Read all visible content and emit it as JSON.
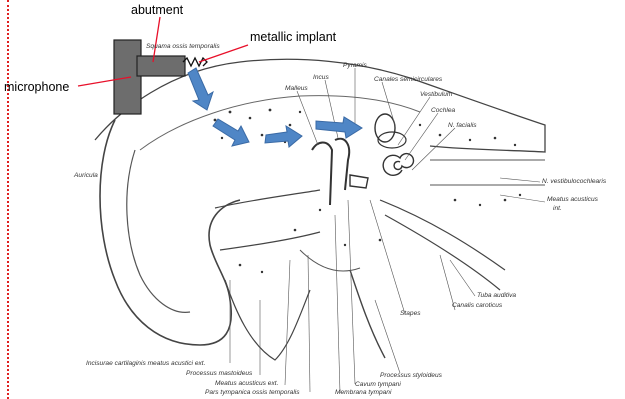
{
  "callouts": {
    "abutment": "abutment",
    "metallic_implant": "metallic implant",
    "microphone": "microphone"
  },
  "anatomy_labels": {
    "squama": "Squama ossis temporalis",
    "pyramis": "Pyramis",
    "incus": "Incus",
    "malleus": "Malleus",
    "canales": "Canales semicirculares",
    "vestibulum": "Vestibulum",
    "cochlea": "Cochlea",
    "n_facialis": "N. facialis",
    "auricula": "Auricula",
    "n_vestibulo": "N. vestibulocochlearis",
    "meatus_int_1": "Meatus acusticus",
    "meatus_int_2": "int.",
    "tuba": "Tuba auditiva",
    "canalis": "Canalis caroticus",
    "stapes": "Stapes",
    "incisurae": "Incisurae cartilaginis meatus acustici ext.",
    "processus_mastoideus": "Processus mastoideus",
    "meatus_ext": "Meatus acusticus ext.",
    "pars_tympanica": "Pars tympanica ossis temporalis",
    "processus_styloideus": "Processus styloideus",
    "cavum": "Cavum tympani",
    "membrana": "Membrana tympani"
  },
  "colors": {
    "callout_line": "#e8102a",
    "device": "#6d6d6d",
    "arrow_fill": "#4f86c6",
    "arrow_stroke": "#3a6aa5",
    "dotted_margin": "#e02020"
  }
}
